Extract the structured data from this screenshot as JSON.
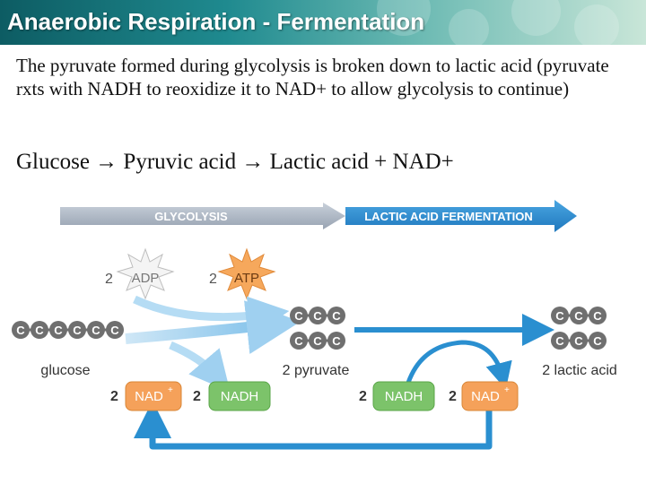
{
  "header": {
    "title": "Anaerobic Respiration - Fermentation"
  },
  "content": {
    "paragraph": "The pyruvate formed during glycolysis is broken down to lactic acid (pyruvate rxts with NADH to reoxidize it to NAD+ to allow glycolysis to continue)",
    "equation": "Glucose → Pyruvic acid → Lactic acid + NAD+"
  },
  "diagram": {
    "glycolysis_label": "GLYCOLYSIS",
    "fermentation_label": "LACTIC ACID FERMENTATION",
    "adp": {
      "count": "2",
      "label": "ADP"
    },
    "atp": {
      "count": "2",
      "label": "ATP"
    },
    "carbon": "C",
    "glucose_label": "glucose",
    "pyruvate_label": "2 pyruvate",
    "lactic_label": "2 lactic acid",
    "nad_left": {
      "count": "2",
      "label": "NAD",
      "sup": "+"
    },
    "nadh_left": {
      "count": "2",
      "label": "NADH"
    },
    "nadh_right": {
      "count": "2",
      "label": "NADH"
    },
    "nad_right": {
      "count": "2",
      "label": "NAD",
      "sup": "+"
    },
    "colors": {
      "glycolysis_arrow": "#a9b4c2",
      "fermentation_arrow": "#2d8fd2",
      "carbon": "#6f6f6f",
      "nad": "#f5a15a",
      "nadh": "#7cc36a",
      "atp": "#f6a85c",
      "flow_arrow": "#2a8fd0"
    }
  }
}
